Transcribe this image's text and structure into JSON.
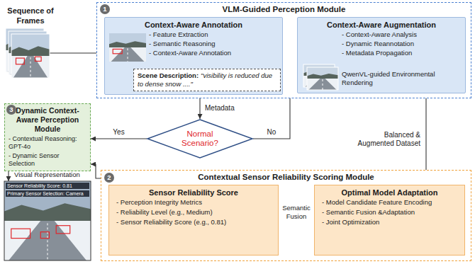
{
  "diagram": {
    "nodes": [
      {
        "text": [
          "Sequence of Frames"
        ]
      },
      {
        "text": [
          "VLM-Guided Perception Module"
        ]
      },
      {
        "text": [
          "Context-Aware Annotation",
          "- Feature Extraction",
          "- Semantic Reasoning",
          "- Context-Aware Annotation"
        ],
        "in": 1
      },
      {
        "text": [
          "Scene Description:",
          "\"visibility is reduced due to dense snow ....\""
        ],
        "in": 2
      },
      {
        "text": [
          "Context-Aware Augmentation",
          "- Context-Aware Analysis",
          "- Dynamic Reannotation",
          "- Metadata Propagation",
          "QwenVL-guided Environmental Rendering"
        ],
        "in": 1
      },
      {
        "text": [
          "Dynamic Context-Aware Perception Module",
          "- Contextual Reasoning: GPT-4o",
          "- Dynamic Sensor Selection"
        ]
      },
      {
        "text": [
          "Normal Scenario?"
        ]
      },
      {
        "text": [
          "Visual Representation",
          "Sensor Reliability Score: 0.81",
          "Primary Sensor Selection: Camera"
        ]
      },
      {
        "text": [
          "Contextual Sensor Reliability Scoring Module"
        ]
      },
      {
        "text": [
          "Sensor Reliability Score",
          "- Perception Integrity Metrics",
          "- Reliability Level (e.g., Medium)",
          "- Sensor Reliability Score (e.g., 0.81)"
        ],
        "in": 8
      },
      {
        "text": [
          "Optimal Model Adaptation",
          "- Model Candidate Feature Encoding",
          "- Semantic Fusion &Adaptation",
          "- Joint Optimization"
        ],
        "in": 8
      }
    ],
    "edges": [
      {
        "from": 0,
        "to": 2,
        "arrow": "to"
      },
      {
        "from": 3,
        "to": 6,
        "label": "Metadata",
        "arrow": "to"
      },
      {
        "from": 6,
        "to": 5,
        "label": "Yes",
        "arrow": "to"
      },
      {
        "from": 6,
        "to": 4,
        "label": "No",
        "arrow": "to"
      },
      {
        "from": 4,
        "to": 10,
        "label": "Balanced & Augmented Dataset",
        "arrow": "to"
      },
      {
        "from": 10,
        "to": 9,
        "label": "Semantic Fusion",
        "arrow": "to"
      },
      {
        "from": 8,
        "to": 5,
        "arrow": "to"
      },
      {
        "from": 5,
        "to": 7,
        "arrow": "to"
      }
    ],
    "labels": [
      "1",
      "3",
      "2"
    ]
  }
}
